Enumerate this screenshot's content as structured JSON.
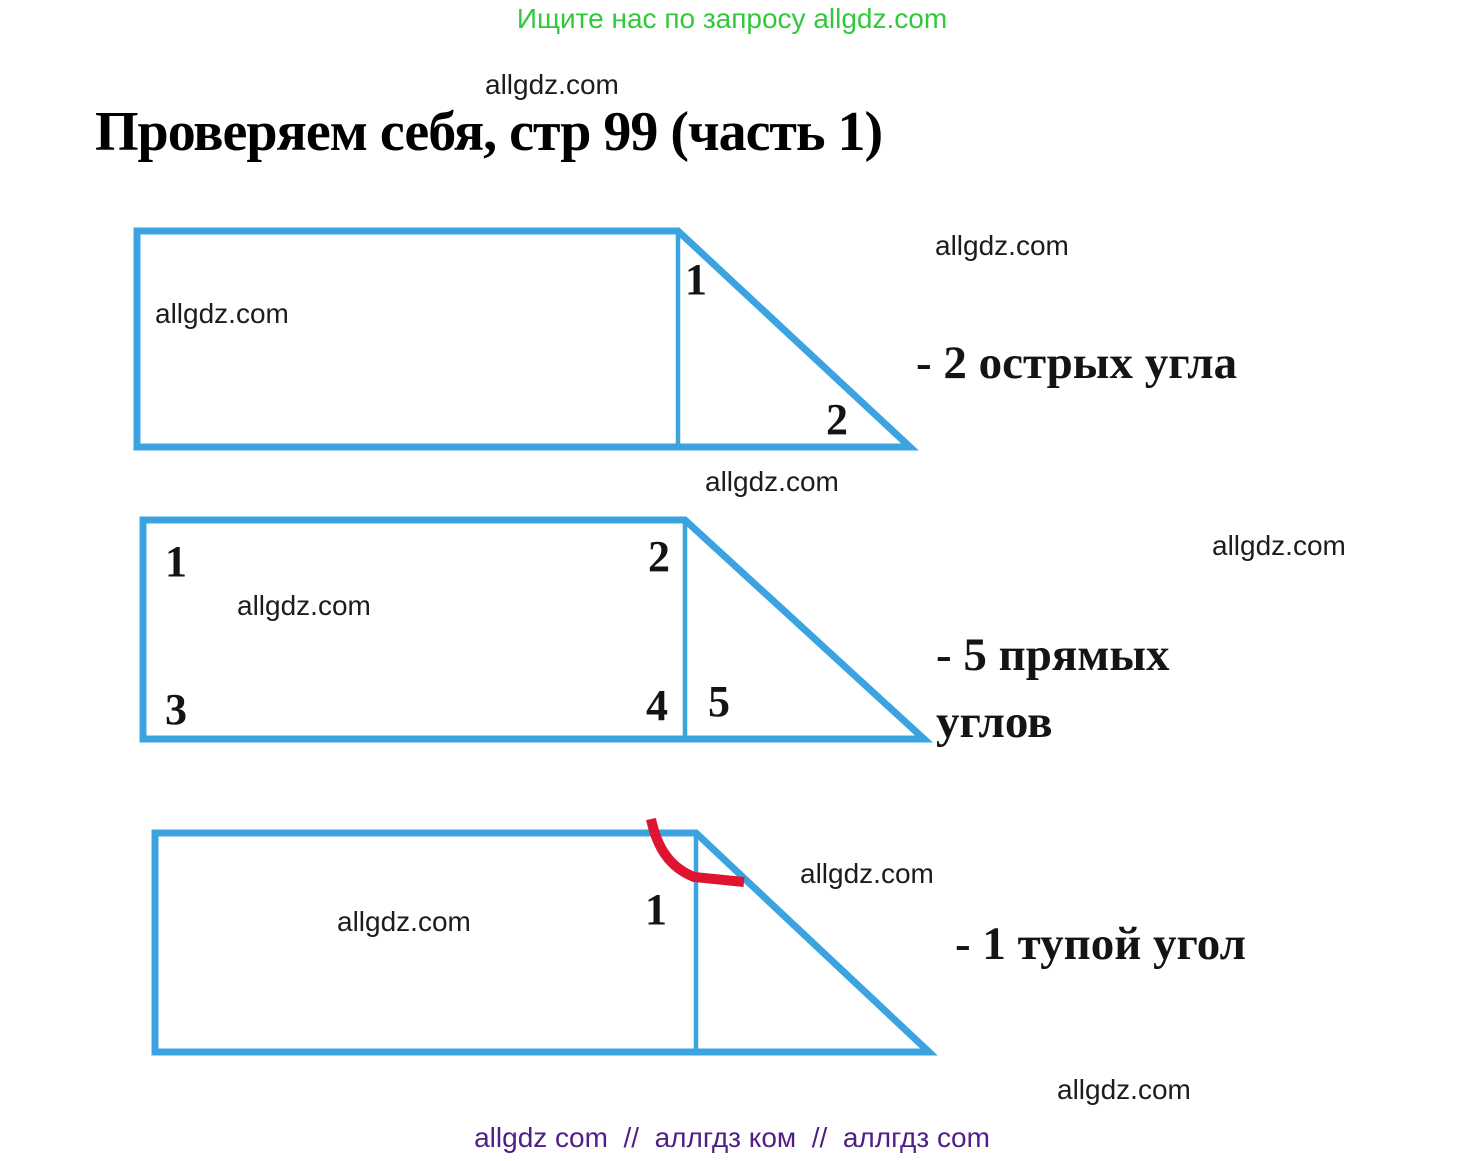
{
  "page": {
    "header_note": "Ищите нас по запросу allgdz.com",
    "title": "Проверяем себя, стр 99 (часть 1)",
    "watermark": "allgdz.com",
    "footer_note": "allgdz com  //  аллгдз ком  //  аллгдз com"
  },
  "colors": {
    "shape_blue": "#3ba4e0",
    "angle_red": "#e01330",
    "note_green": "#31c93b",
    "footer_purple": "#4f1f87",
    "text_black": "#141414"
  },
  "figures": [
    {
      "name": "rectangle-with-triangle-acute",
      "caption": "- 2 острых угла",
      "angle_labels": [
        "1",
        "2"
      ]
    },
    {
      "name": "rectangle-with-triangle-right",
      "caption": "- 5 прямых углов",
      "angle_labels": [
        "1",
        "2",
        "3",
        "4",
        "5"
      ]
    },
    {
      "name": "rectangle-with-triangle-obtuse",
      "caption": "- 1 тупой угол",
      "angle_labels": [
        "1"
      ]
    }
  ]
}
